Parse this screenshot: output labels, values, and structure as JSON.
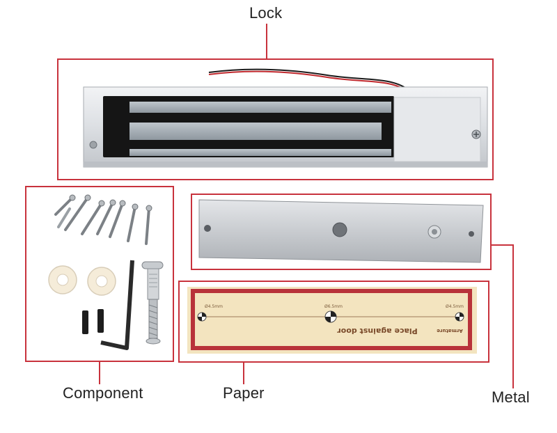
{
  "labels": {
    "lock": "Lock",
    "component": "Component",
    "paper": "Paper",
    "metal": "Metal"
  },
  "sticker": {
    "text_main": "Place against door",
    "text_side": "Armature",
    "marker_left": "Ø4.5mm",
    "marker_center": "Ø6.5mm",
    "marker_right": "Ø4.5mm"
  },
  "colors": {
    "frame": "#c8323c",
    "sticker_border": "#b8323a",
    "sticker_fill": "#f3e4bf"
  }
}
